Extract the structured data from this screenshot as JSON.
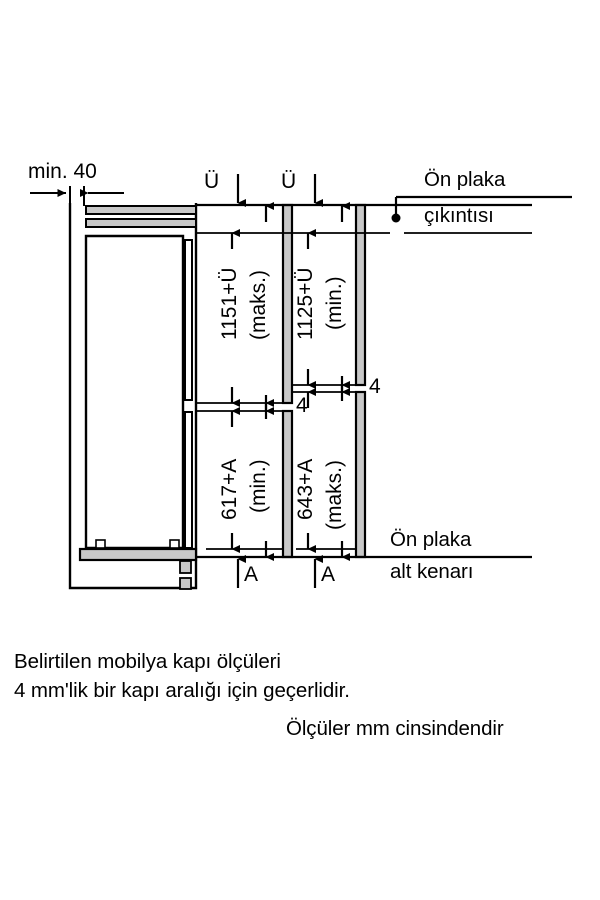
{
  "document": {
    "type": "technical-installation-drawing",
    "language": "tr",
    "units": "mm"
  },
  "dimensions": {
    "min_depth": "min. 40",
    "top_marker_left": "Ü",
    "top_marker_right": "Ü",
    "bottom_marker_left": "A",
    "bottom_marker_right": "A",
    "upper_inner": "1151+Ü",
    "upper_inner_note": "(maks.)",
    "upper_outer": "1125+Ü",
    "upper_outer_note": "(min.)",
    "lower_inner": "617+A",
    "lower_inner_note": "(min.)",
    "lower_outer": "643+A",
    "lower_outer_note": "(maks.)",
    "gap_inner": "4",
    "gap_outer": "4"
  },
  "callouts": {
    "front_panel_overhang_line1": "Ön plaka",
    "front_panel_overhang_line2": "çıkıntısı",
    "front_panel_bottom_line1": "Ön plaka",
    "front_panel_bottom_line2": "alt kenarı"
  },
  "caption": {
    "line1": "Belirtilen mobilya kapı ölçüleri",
    "line2": "4 mm'lik bir kapı aralığı için geçerlidir.",
    "line3": "Ölçüler mm cinsindendir"
  },
  "colors": {
    "stroke": "#000000",
    "panel_fill": "#c8c8c8",
    "background": "#ffffff"
  }
}
